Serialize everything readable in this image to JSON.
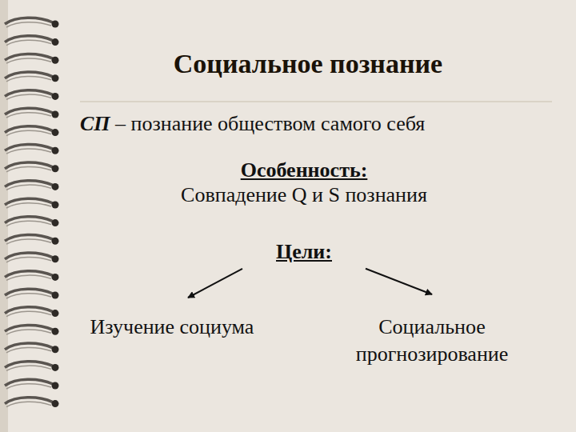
{
  "diagram": {
    "title": "Социальное познание",
    "nodes": [
      {
        "text": [
          "Цели:"
        ]
      },
      {
        "text": [
          "Изучение социума"
        ]
      },
      {
        "text": [
          "Социальное прогнозирование"
        ]
      }
    ],
    "edges": [
      {
        "from": 0,
        "to": 1,
        "arrow": "to"
      },
      {
        "from": 0,
        "to": 2,
        "arrow": "to"
      }
    ],
    "labels": [
      "СП – познание обществом самого себя",
      "Особенность:",
      "Совпадение Q и S познания"
    ]
  }
}
